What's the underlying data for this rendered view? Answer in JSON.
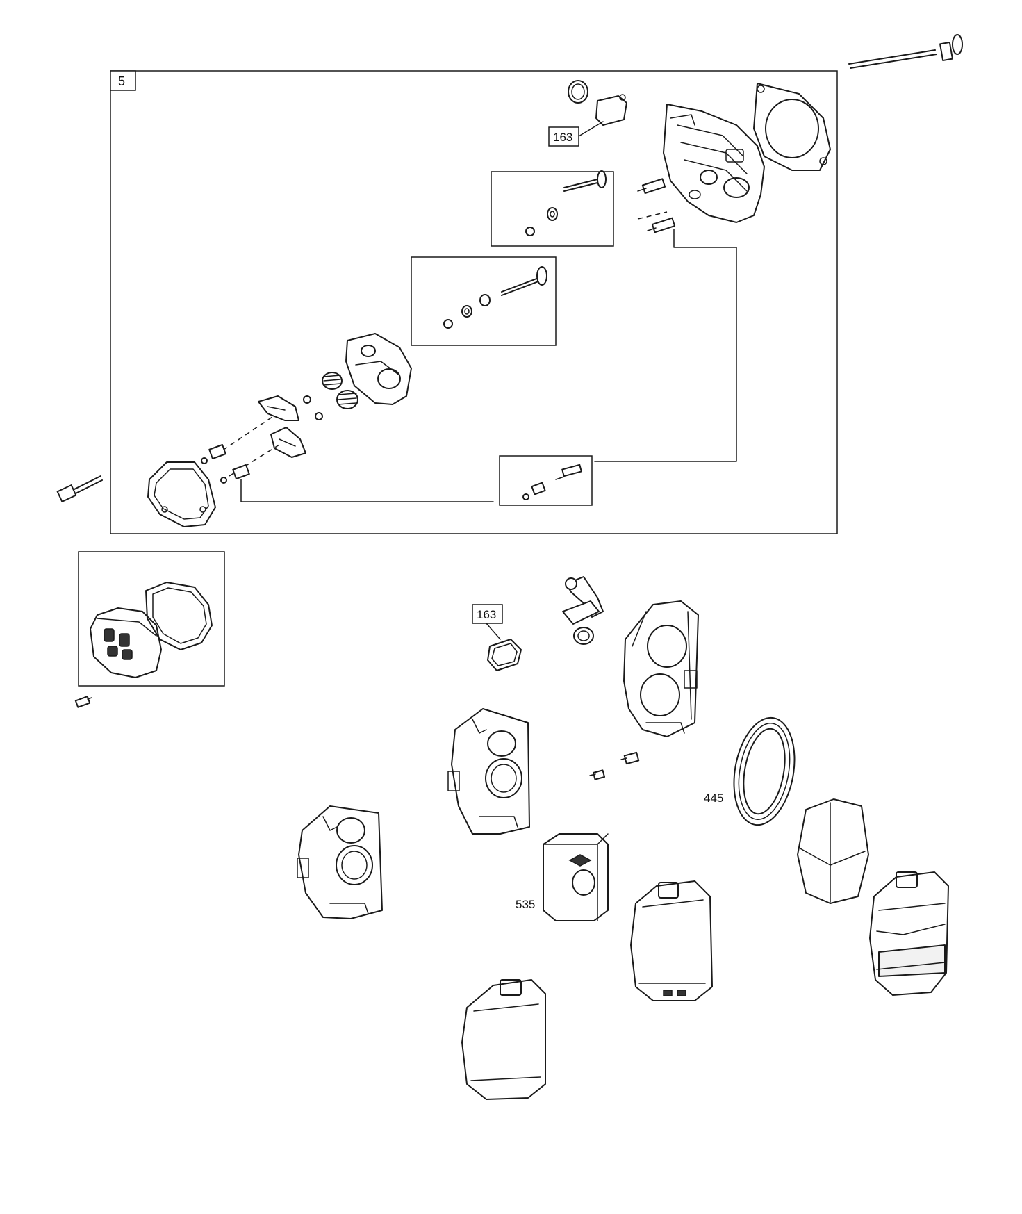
{
  "diagram": {
    "group_label": "5",
    "callouts": [
      {
        "id": "gasket-upper",
        "text": "163"
      },
      {
        "id": "gasket-lower",
        "text": "163"
      },
      {
        "id": "air-filter",
        "text": "445"
      },
      {
        "id": "pre-cleaner",
        "text": "535"
      }
    ]
  }
}
